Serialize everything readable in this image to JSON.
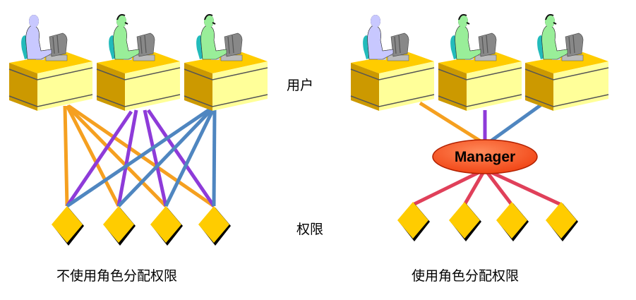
{
  "labels": {
    "users": "用户",
    "permissions": "权限",
    "left_caption": "不使用角色分配权限",
    "right_caption": "使用角色分配权限",
    "manager": "Manager"
  },
  "colors": {
    "orange_line": "#F5A020",
    "purple_line": "#8E3BD9",
    "blue_line": "#4F86C0",
    "red_line": "#E0405A",
    "manager_fill": "#FF5A2E",
    "diamond": "#FFCC00",
    "desk_top": "#FFCC00",
    "desk_front": "#FFFF99",
    "desk_side": "#CC9900"
  },
  "users_left": [
    {
      "person": "lavender-person",
      "color": "#C8C8FF"
    },
    {
      "person": "green-person-headset",
      "color": "#99EE99"
    },
    {
      "person": "green-person-headset",
      "color": "#99EE99"
    }
  ],
  "users_right": [
    {
      "person": "lavender-person",
      "color": "#C8C8FF"
    },
    {
      "person": "green-person-headset",
      "color": "#99EE99"
    },
    {
      "person": "green-person-headset",
      "color": "#99EE99"
    }
  ]
}
